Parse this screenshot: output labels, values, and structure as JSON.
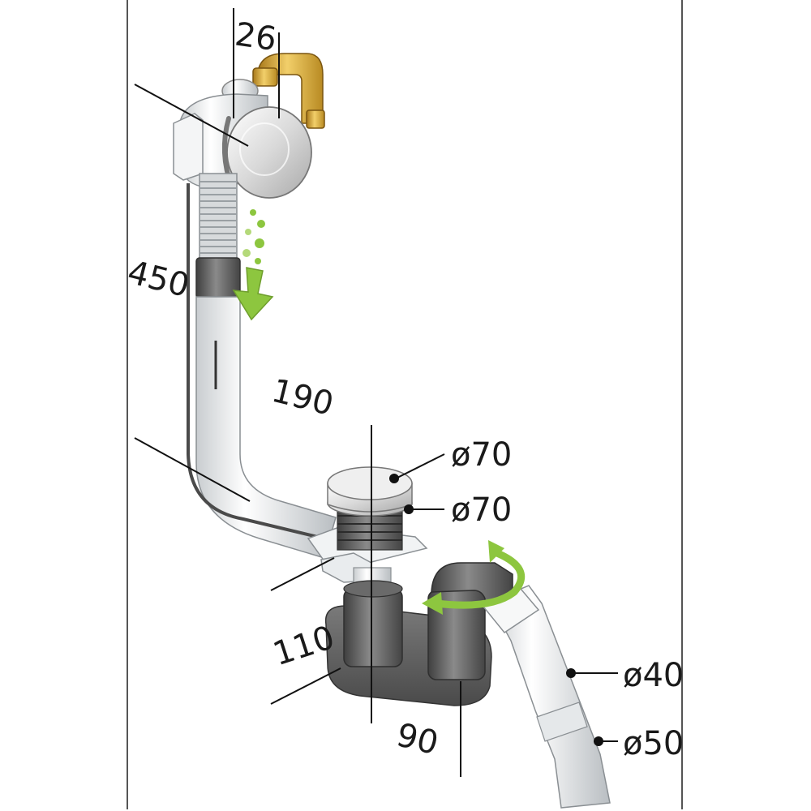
{
  "labels": {
    "dim_26": "26",
    "dim_450": "450",
    "dim_190": "190",
    "dim_d70_cap": "ø70",
    "dim_d70_ring": "ø70",
    "dim_110": "110",
    "dim_90": "90",
    "dim_d40": "ø40",
    "dim_d50": "ø50"
  },
  "colors": {
    "accent_green": "#8dc63f",
    "brass": "#d9a531",
    "chrome": "#e4e4e4",
    "plastic": "#eef1f2",
    "dark_rubber": "#5a5a5a",
    "base_grey": "#6b6b6b"
  }
}
